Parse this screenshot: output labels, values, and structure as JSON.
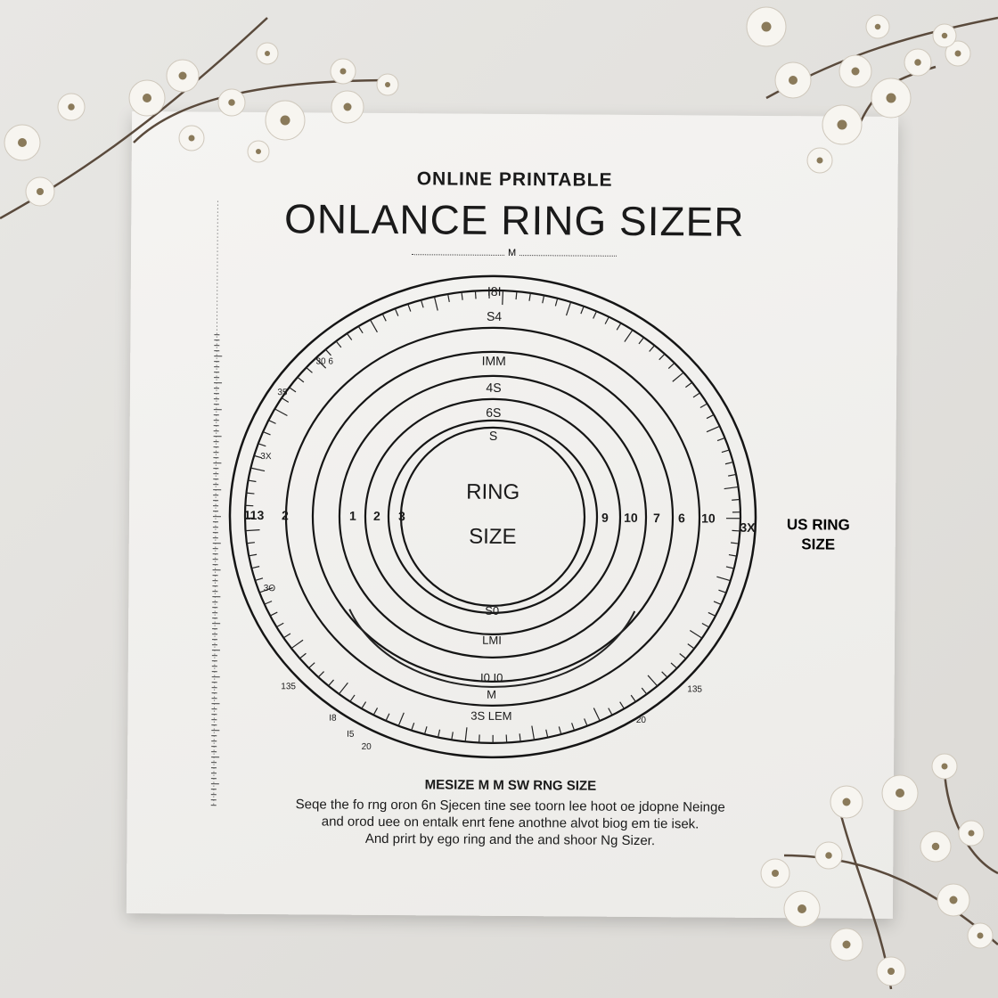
{
  "header": {
    "subtitle": "ONLINE PRINTABLE",
    "title": "ONLANCE RING SIZER",
    "divider_mark": "M"
  },
  "sizer": {
    "center_label_1": "RING",
    "center_label_2": "SIZE",
    "top_labels": [
      "I8I",
      "S4",
      "IMM",
      "4S",
      "6S",
      "S"
    ],
    "bottom_labels": [
      "S0",
      "LMI",
      "I0 I0",
      "M",
      "3S LEM"
    ],
    "left_labels": [
      "113",
      "2",
      "1",
      "2",
      "3"
    ],
    "right_labels": [
      "9",
      "10",
      "7",
      "6",
      "10",
      "3X"
    ],
    "side_labels": [
      "30 6",
      "35",
      "3X",
      "3O",
      "135",
      "I8",
      "I5",
      "20",
      "135",
      "20"
    ]
  },
  "side_caption": {
    "line1": "US RING",
    "line2": "SIZE"
  },
  "instructions": {
    "heading": "MESIZE M M SW RNG SIZE",
    "lines": [
      "Seqe the fo rng oron 6n Sjecen tine see toorn lee hoot oe jdopne Neinge",
      "and orod uee on entalk enrt fene anothne alvot biog em tie isek.",
      "And prirt by ego ring and the and shoor Ng Sizer."
    ]
  },
  "colors": {
    "ink": "#1a1a1a",
    "paper": "#f3f2f0",
    "background": "#e2e0dd"
  }
}
